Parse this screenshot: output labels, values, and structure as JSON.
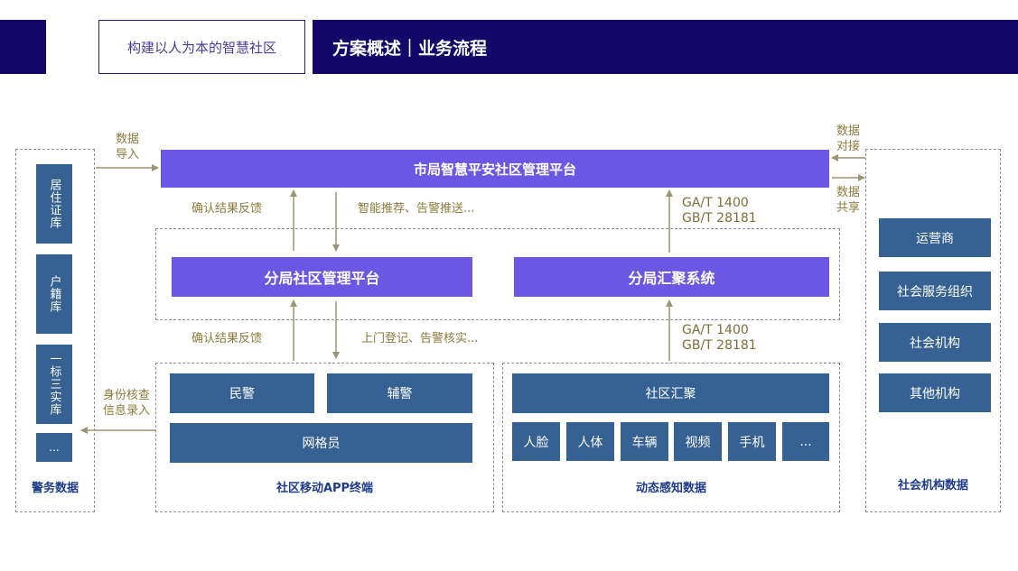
{
  "header": {
    "subtitle": "构建以人为本的智慧社区",
    "title": "方案概述｜业务流程"
  },
  "diagram": {
    "city_platform": "市局智慧平安社区管理平台",
    "branch_platform": "分局社区管理平台",
    "branch_aggregation": "分局汇聚系统",
    "labels": {
      "data_import": [
        "数据",
        "导入"
      ],
      "data_connect": [
        "数据",
        "对接"
      ],
      "data_share": [
        "数据",
        "共享"
      ],
      "confirm_feedback_top": "确认结果反馈",
      "smart_recommend": "智能推荐、告警推送...",
      "confirm_feedback_bottom": "确认结果反馈",
      "door_register": "上门登记、告警核实...",
      "standard_top": [
        "GA/T 1400",
        "GB/T 28181"
      ],
      "standard_bottom": [
        "GA/T 1400",
        "GB/T 28181"
      ],
      "identity_check": [
        "身份核查",
        "信息录入"
      ]
    },
    "police_data": {
      "items": [
        "居住证库",
        "户籍库",
        "一标三实库",
        "..."
      ],
      "caption": "警务数据"
    },
    "mobile_app": {
      "items": [
        "民警",
        "辅警",
        "网格员"
      ],
      "caption": "社区移动APP终端"
    },
    "sensing": {
      "aggregate": "社区汇聚",
      "items": [
        "人脸",
        "人体",
        "车辆",
        "视频",
        "手机",
        "..."
      ],
      "caption": "动态感知数据"
    },
    "social": {
      "items": [
        "运营商",
        "社会服务组织",
        "社会机构",
        "其他机构"
      ],
      "caption": "社会机构数据"
    }
  }
}
